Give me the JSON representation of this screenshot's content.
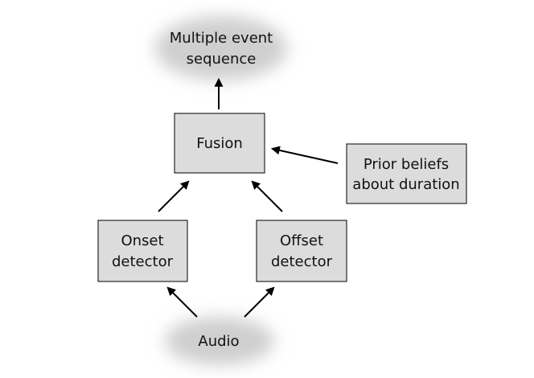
{
  "nodes": {
    "output": {
      "lines": [
        "Multiple event",
        "sequence"
      ]
    },
    "fusion": {
      "lines": [
        "Fusion"
      ]
    },
    "prior": {
      "lines": [
        "Prior beliefs",
        "about duration"
      ]
    },
    "onset": {
      "lines": [
        "Onset",
        "detector"
      ]
    },
    "offset": {
      "lines": [
        "Offset",
        "detector"
      ]
    },
    "audio": {
      "lines": [
        "Audio"
      ]
    }
  },
  "colors": {
    "box_fill": "#dcdcdc",
    "box_stroke": "#000000",
    "cloud": "#cfcfcf",
    "arrow": "#000000",
    "text": "#111111"
  }
}
